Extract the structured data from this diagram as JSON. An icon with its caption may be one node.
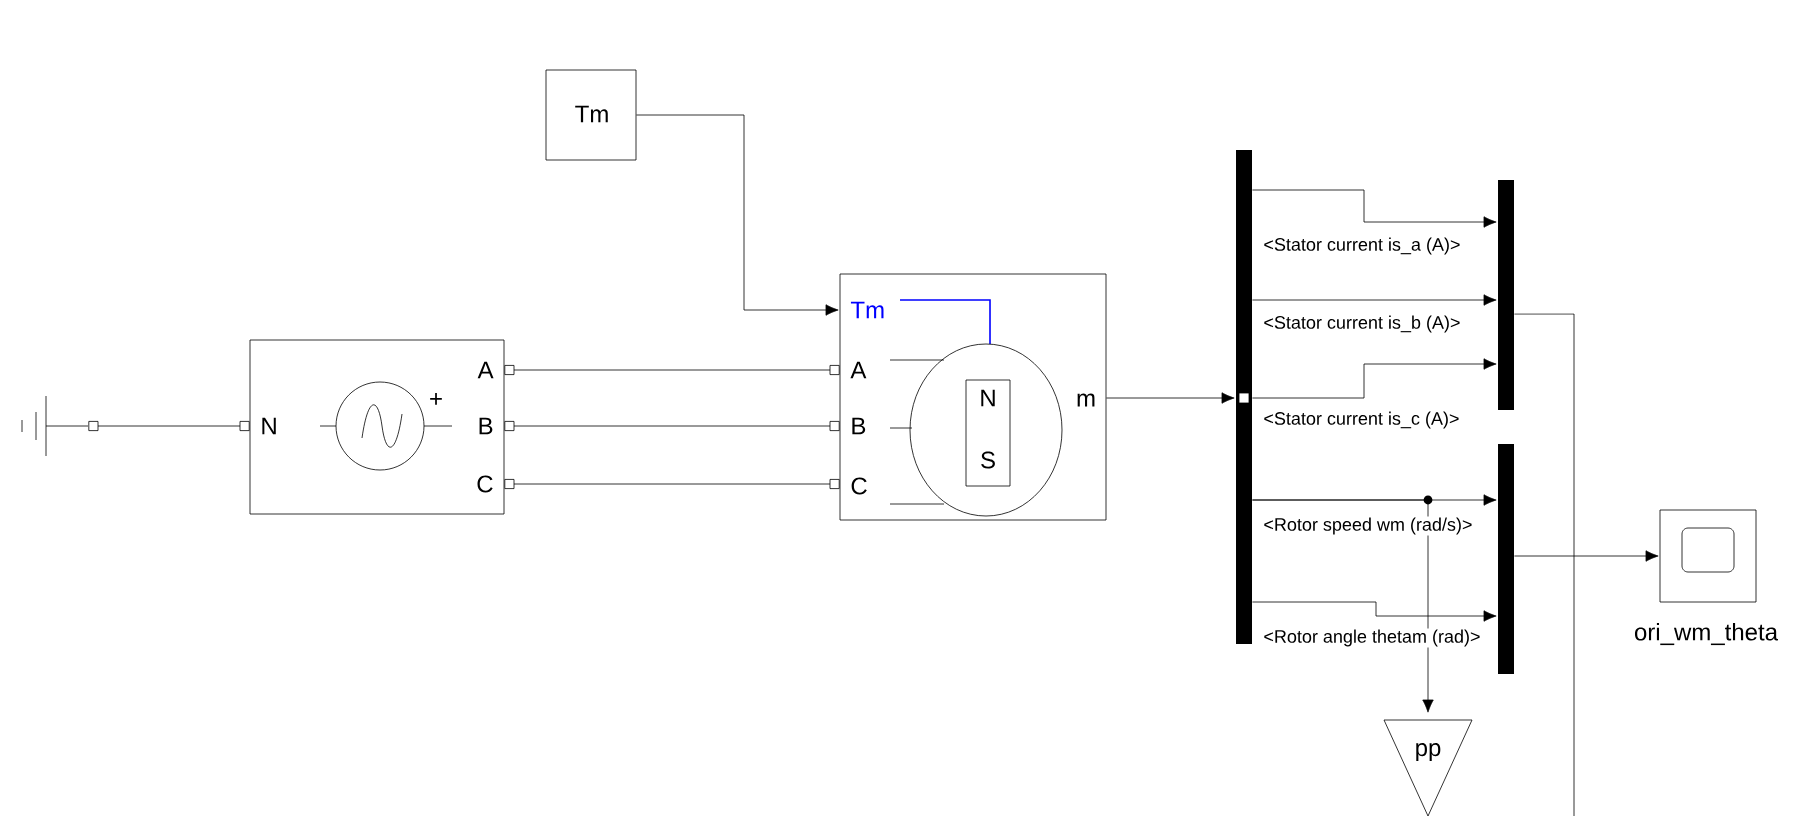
{
  "diagram": {
    "nodes": [
      {
        "text": [],
        "shape": "ground"
      },
      {
        "text": [
          "A",
          "+",
          "N",
          "B",
          "C"
        ]
      },
      {
        "text": [
          "Tm"
        ]
      },
      {
        "text": [
          "Tm",
          "A",
          "N",
          "m",
          "B",
          "S",
          "C"
        ]
      },
      {
        "text": [],
        "shape": "bar"
      },
      {
        "text": [],
        "shape": "bar"
      },
      {
        "text": [],
        "shape": "bar"
      },
      {
        "text": [
          "ori_wm_theta"
        ]
      },
      {
        "text": [
          "pp"
        ]
      }
    ],
    "edges": [
      {
        "from": 0,
        "to": 1,
        "arrow": "other"
      },
      {
        "from": 1,
        "to": 3,
        "arrow": "other"
      },
      {
        "from": 1,
        "to": 3,
        "arrow": "other"
      },
      {
        "from": 1,
        "to": 3,
        "arrow": "other"
      },
      {
        "from": 2,
        "to": 3,
        "arrow": "to"
      },
      {
        "from": 3,
        "to": 4,
        "arrow": "to"
      },
      {
        "from": 4,
        "to": 5,
        "arrow": "to",
        "label": "<Stator current is_a (A)>"
      },
      {
        "from": 4,
        "to": 5,
        "arrow": "to",
        "label": "<Stator current is_b (A)>"
      },
      {
        "from": 4,
        "to": 5,
        "arrow": "to",
        "label": "<Stator current is_c (A)>"
      },
      {
        "from": 4,
        "to": 6,
        "arrow": "to",
        "label": "<Rotor speed wm (rad/s)>"
      },
      {
        "from": 4,
        "to": 6,
        "arrow": "to",
        "label": "<Rotor angle thetam (rad)>"
      },
      {
        "from": 4,
        "to": 8,
        "arrow": "to"
      },
      {
        "from": 6,
        "to": 7,
        "arrow": "to"
      },
      {
        "from": 5,
        "to": null,
        "arrow": "none"
      }
    ]
  }
}
